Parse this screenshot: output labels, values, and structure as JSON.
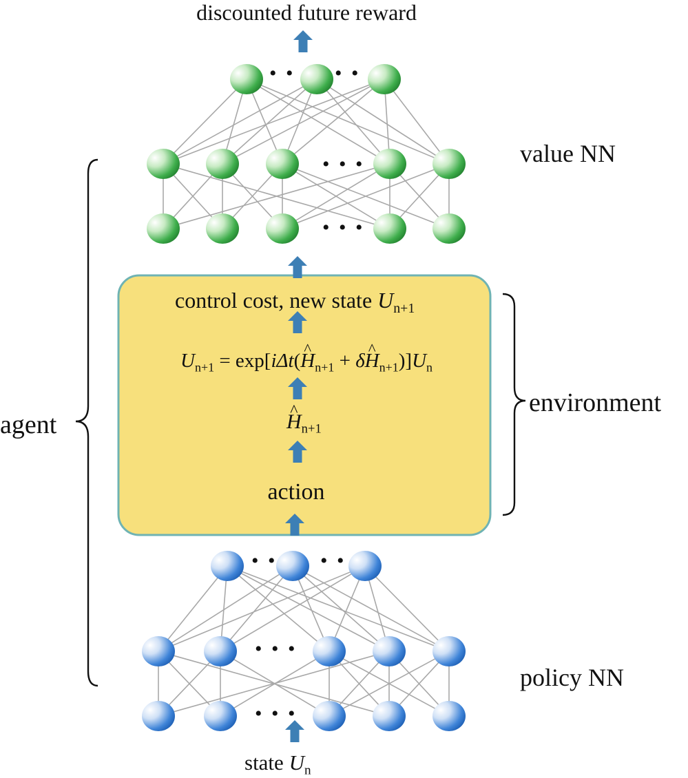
{
  "title": "discounted future reward",
  "value_nn_label": "value NN",
  "policy_nn_label": "policy NN",
  "agent_label": "agent",
  "environment_label": "environment",
  "environment": {
    "control_text": "control cost, new state",
    "control_symbol": "U",
    "control_sub": "n+1",
    "equation": {
      "lhs": "U",
      "lhs_sub": "n+1",
      "eq": " = exp[",
      "i": "i",
      "delta_t": "Δt",
      "open": "(",
      "H1": "H",
      "H1_sub": "n+1",
      "plus": " + ",
      "delta": "δ",
      "H2": "H",
      "H2_sub": "n+1",
      "close": ")]",
      "rhs": "U",
      "rhs_sub": "n"
    },
    "hamiltonian": "H",
    "hamiltonian_sub": "n+1",
    "action_label": "action"
  },
  "state_label": "state",
  "state_symbol": "U",
  "state_sub": "n",
  "ellipsis_dots": "• •",
  "ellipsis_dots_3": "• • •",
  "colors": {
    "green_node": "#2e9e3e",
    "blue_node": "#2a6fc9",
    "arrow": "#3d7fb5",
    "box_fill": "#f7e07c",
    "box_border": "#6fb3b3",
    "edge": "#a8a8a8"
  }
}
